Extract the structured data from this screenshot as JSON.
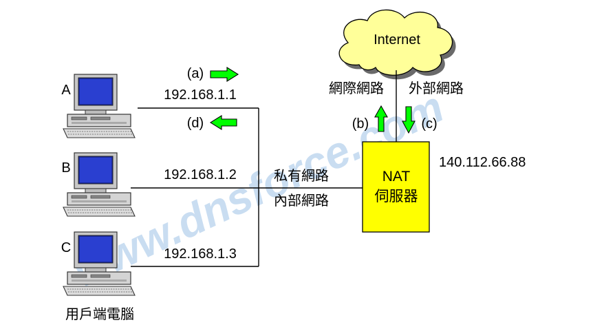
{
  "colors": {
    "nat_box": "#ffff00",
    "arrow": "#00ff00",
    "cloud": "#ffff99",
    "watermark": "#9ec3e6"
  },
  "cloud": {
    "label": "Internet"
  },
  "network": {
    "wan_label": "網際網路",
    "external_label": "外部網路",
    "private_label": "私有網路",
    "internal_label": "內部網路"
  },
  "nat": {
    "line1": "NAT",
    "line2": "伺服器",
    "public_ip": "140.112.66.88"
  },
  "arrows": {
    "a": "(a)",
    "b": "(b)",
    "c": "(c)",
    "d": "(d)"
  },
  "clients": [
    {
      "letter": "A",
      "ip": "192.168.1.1"
    },
    {
      "letter": "B",
      "ip": "192.168.1.2"
    },
    {
      "letter": "C",
      "ip": "192.168.1.3"
    }
  ],
  "caption": "用戶端電腦",
  "watermark": "www.dnsforce.com"
}
